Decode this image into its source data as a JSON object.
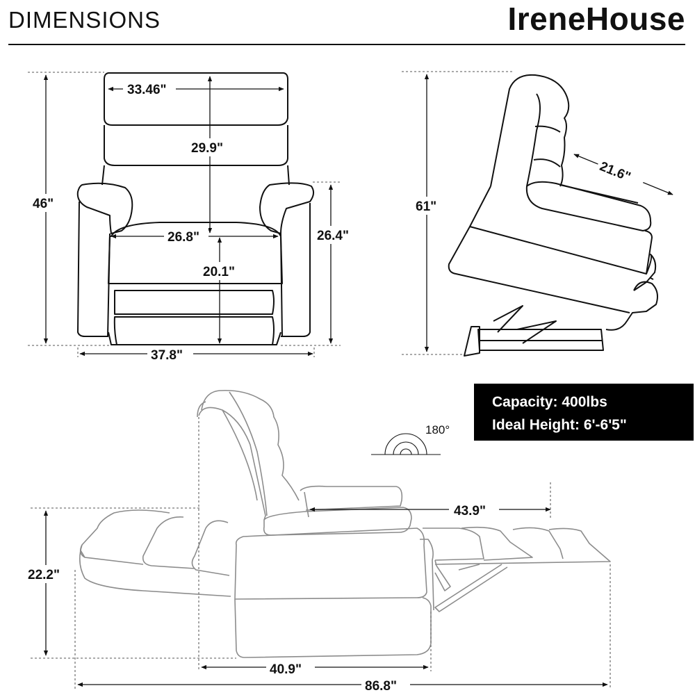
{
  "header": {
    "title": "DIMENSIONS",
    "brand": "IreneHouse"
  },
  "front_view": {
    "back_width": "33.46\"",
    "back_height": "29.9\"",
    "total_height": "46\"",
    "seat_width": "26.8\"",
    "arm_height": "26.4\"",
    "seat_height": "20.1\"",
    "total_width": "37.8\""
  },
  "side_view": {
    "total_height": "61\"",
    "seat_depth": "21.6\""
  },
  "recline_view": {
    "angle": "180°",
    "footrest_length": "43.9\"",
    "height": "22.2\"",
    "base_depth": "40.9\"",
    "total_length": "86.8\""
  },
  "specs": {
    "capacity": "Capacity: 400lbs",
    "ideal_height": "Ideal Height: 6'-6'5\""
  },
  "colors": {
    "line": "#111111",
    "reclined_line": "#8c8c8c",
    "spec_background": "#000000"
  }
}
